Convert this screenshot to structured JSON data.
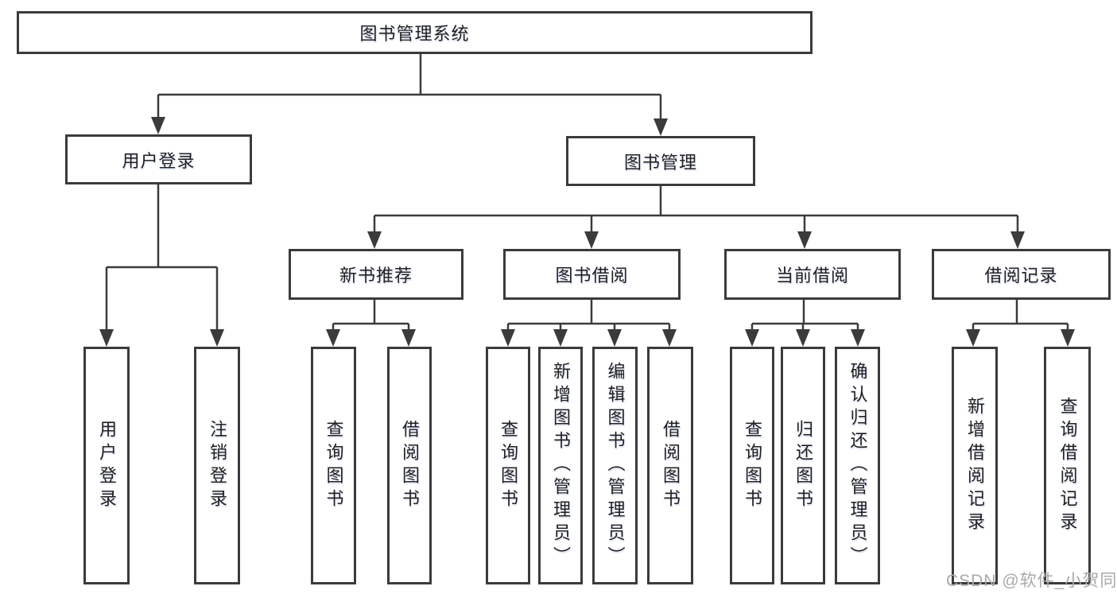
{
  "tree": {
    "root": "图书管理系统",
    "level1": [
      {
        "label": "用户登录",
        "leaves": [
          "用户登录",
          "注销登录"
        ]
      },
      {
        "label": "图书管理",
        "level2": [
          {
            "label": "新书推荐",
            "leaves": [
              "查询图书",
              "借阅图书"
            ]
          },
          {
            "label": "图书借阅",
            "leaves": [
              "查询图书",
              "新增图书（管理员）",
              "编辑图书（管理员）",
              "借阅图书"
            ]
          },
          {
            "label": "当前借阅",
            "leaves": [
              "查询图书",
              "归还图书",
              "确认归还（管理员）"
            ]
          },
          {
            "label": "借阅记录",
            "leaves": [
              "新增借阅记录",
              "查询借阅记录"
            ]
          }
        ]
      }
    ]
  },
  "watermark": {
    "text": "CSDN @软件_小贺同学"
  },
  "colors": {
    "line": "#3b3b3d",
    "box_border": "#3b3b3d",
    "text": "#202022",
    "background": "#ffffff",
    "watermark": "#a9a9ab"
  }
}
